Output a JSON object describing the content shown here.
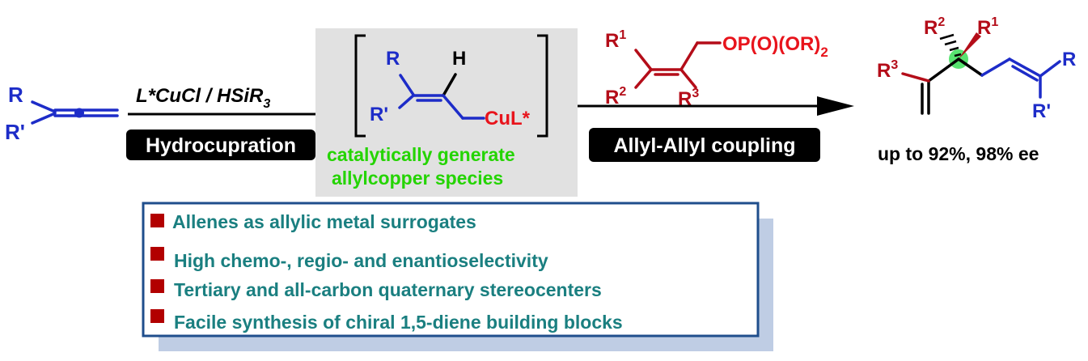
{
  "reactant": {
    "sub_top": "R",
    "sub_bottom": "R'"
  },
  "step1": {
    "reagent": "L*CuCl / HSiR",
    "reagent_sub": "3",
    "label": "Hydrocupration"
  },
  "intermediate": {
    "sub_r": "R",
    "sub_h": "H",
    "sub_rp": "R'",
    "metal": "CuL*",
    "caption_line1": "catalytically generate",
    "caption_line2": "allylcopper species"
  },
  "electrophile": {
    "r1": "R",
    "r1_sup": "1",
    "r2": "R",
    "r2_sup": "2",
    "r3": "R",
    "r3_sup": "3",
    "leaving_group": "OP(O)(OR)",
    "leaving_group_sub": "2"
  },
  "step2": {
    "label": "Allyl-Allyl coupling"
  },
  "product": {
    "r1": "R",
    "r1_sup": "1",
    "r2": "R",
    "r2_sup": "2",
    "r3": "R",
    "r3_sup": "3",
    "r": "R",
    "rp": "R'",
    "yield_text": "up to 92%, 98% ee"
  },
  "features": [
    "Allenes as allylic metal surrogates",
    "High chemo-, regio- and enantioselectivity",
    "Tertiary and all-carbon quaternary stereocenters",
    "Facile synthesis of chiral 1,5-diene building blocks"
  ],
  "colors": {
    "blue": "#1d2cc8",
    "red": "#b40d19",
    "bright_red": "#e8141c",
    "green": "#24d400",
    "teal": "#1a7f80",
    "panel_gray": "#e1e1e1",
    "box_border": "#1f4e8c",
    "box_shadow": "#bfcde4",
    "bullet_red": "#b20000"
  }
}
